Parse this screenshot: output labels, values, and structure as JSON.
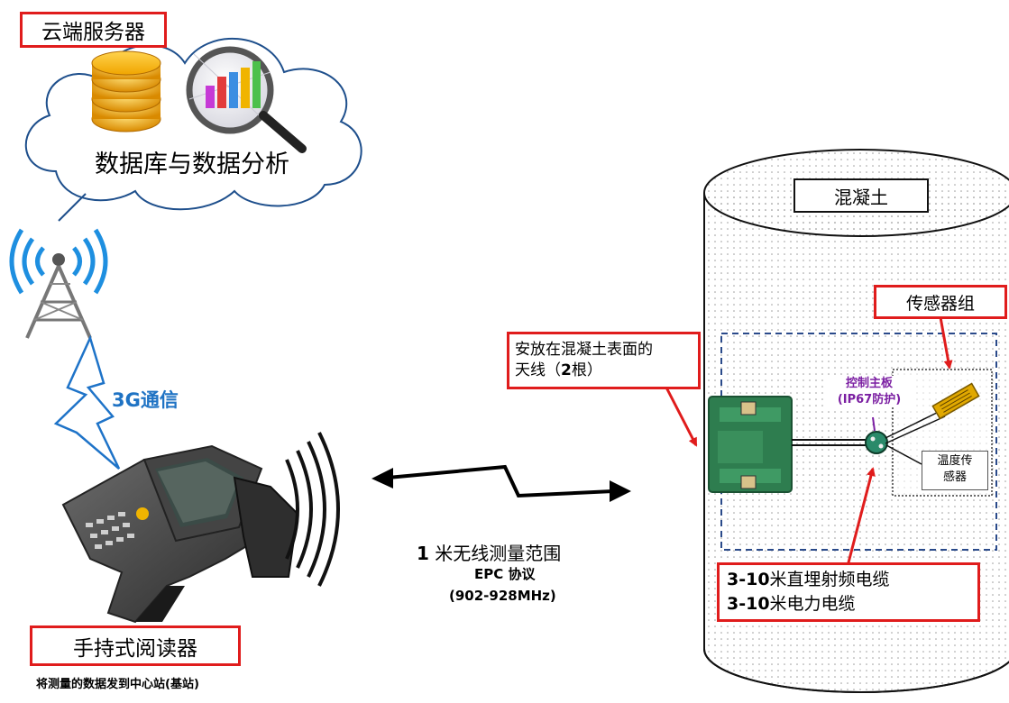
{
  "cloud": {
    "title": "云端服务器",
    "caption": "数据库与数据分析"
  },
  "link_3g": "3G通信",
  "reader": {
    "title": "手持式阅读器",
    "subtitle": "将测量的数据发到中心站(基站)"
  },
  "wireless": {
    "line1_num": "1",
    "line1_text": " 米无线测量范围",
    "line2": "EPC 协议",
    "line3": "(902-928MHz)"
  },
  "concrete": {
    "title": "混凝土"
  },
  "antenna_label": {
    "line1": "安放在混凝土表面的",
    "line2_pre": "天线（",
    "line2_num": "2",
    "line2_post": "根）"
  },
  "sensor_group_label": "传感器组",
  "control_board": {
    "line1": "控制主板",
    "line2": "(IP67防护)"
  },
  "temp_sensor": {
    "line1": "温度传",
    "line2": "感器"
  },
  "cables": {
    "line1_num": "3-10",
    "line1_text": "米直埋射频电缆",
    "line2_num": "3-10",
    "line2_text": "米电力电缆"
  },
  "colors": {
    "red": "#e01c1c",
    "blue": "#1f73c4",
    "purple": "#7b1fa2",
    "navy_dash": "#2a4a8a",
    "pcb_green": "#2e7d4f"
  }
}
